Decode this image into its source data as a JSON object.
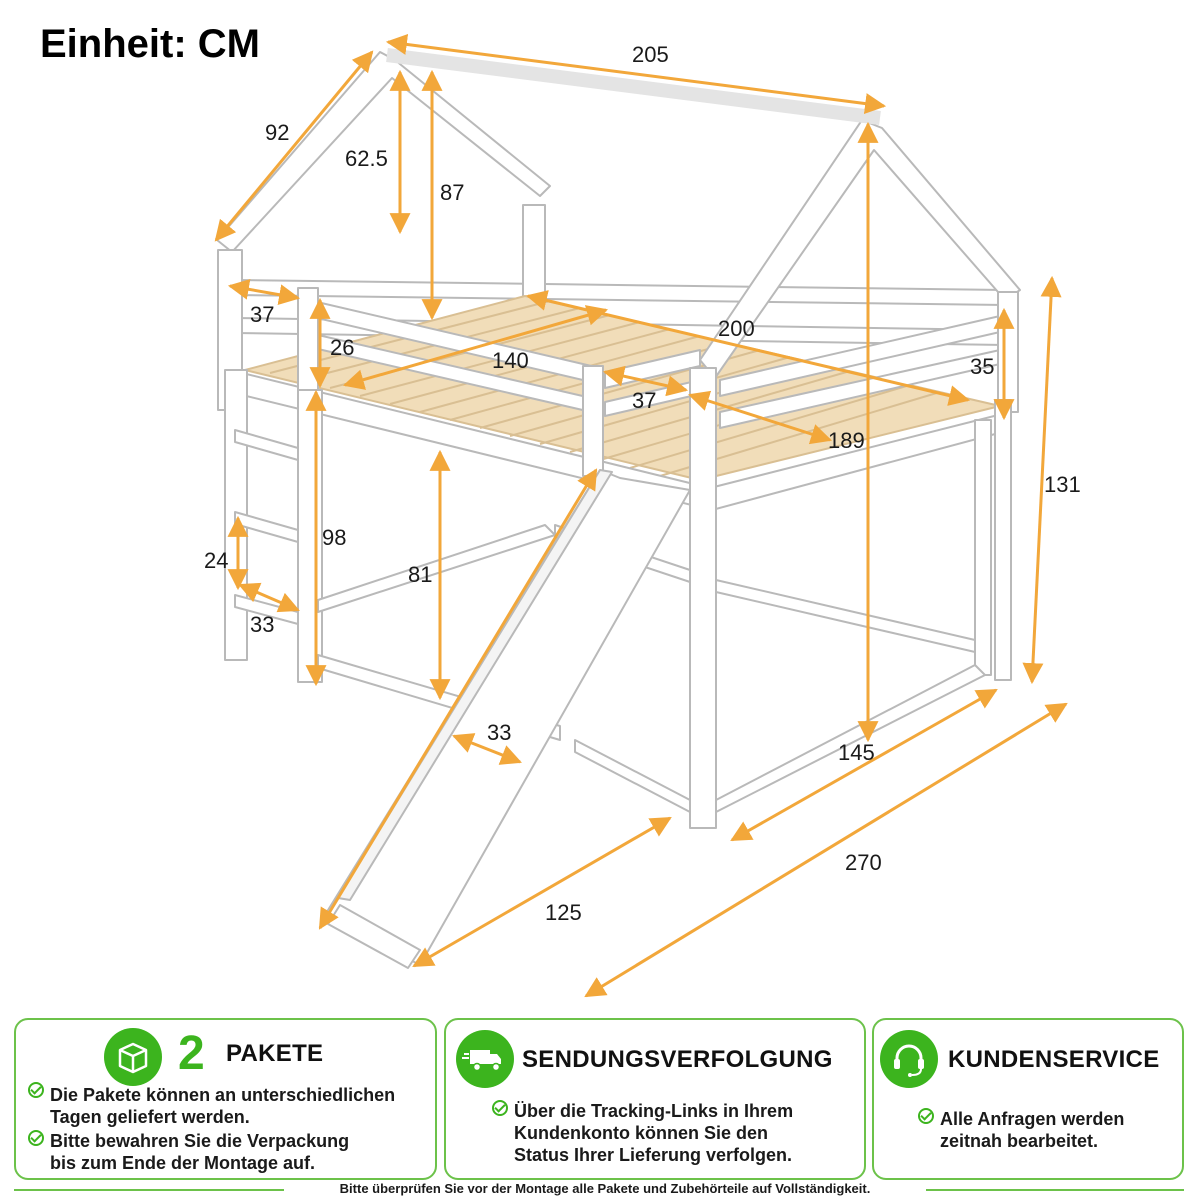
{
  "unit_label": "Einheit: CM",
  "colors": {
    "accent_green": "#3cb41e",
    "border_green": "#6cc24a",
    "dimension_orange": "#f2a73a",
    "slat_wood": "#f1ddb9"
  },
  "dimensions": [
    "205",
    "92",
    "62.5",
    "87",
    "37",
    "26",
    "140",
    "200",
    "37",
    "35",
    "189",
    "131",
    "98",
    "81",
    "24",
    "33",
    "33",
    "145",
    "270",
    "125"
  ],
  "panels": [
    {
      "icon": "package-icon",
      "number": "2",
      "title": "PAKETE",
      "bullets": [
        [
          "Die Pakete können an unterschiedlichen",
          "Tagen geliefert werden."
        ],
        [
          "Bitte bewahren Sie die Verpackung",
          "bis zum Ende der Montage auf."
        ]
      ]
    },
    {
      "icon": "delivery-truck-icon",
      "title": "SENDUNGSVERFOLGUNG",
      "bullets": [
        [
          "Über die Tracking-Links in Ihrem",
          "Kundenkonto können Sie den",
          "Status Ihrer Lieferung verfolgen."
        ]
      ]
    },
    {
      "icon": "headset-icon",
      "title": "KUNDENSERVICE",
      "bullets": [
        [
          "Alle Anfragen werden",
          "zeitnah bearbeitet."
        ]
      ]
    }
  ],
  "footer": "Bitte überprüfen Sie vor der Montage alle Pakete und Zubehörteile auf Vollständigkeit."
}
